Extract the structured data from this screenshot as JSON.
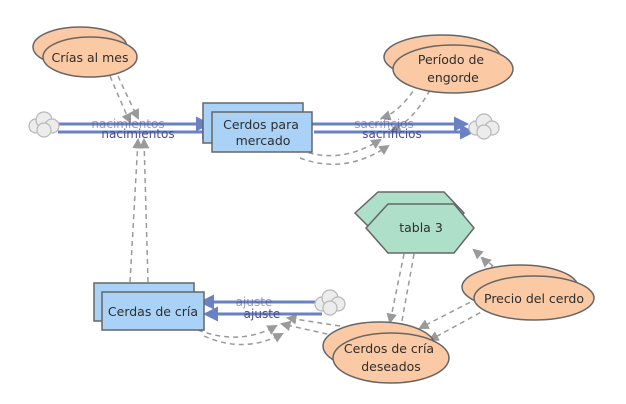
{
  "diagram": {
    "stocks": [
      {
        "id": "stock-cerdos-mercado",
        "label_lines": [
          "Cerdos para",
          "mercado"
        ]
      },
      {
        "id": "stock-cerdas-cria",
        "label_lines": [
          "Cerdas de cría"
        ]
      }
    ],
    "auxiliaries": [
      {
        "id": "aux-crias-mes",
        "label_lines": [
          "Crías al mes"
        ]
      },
      {
        "id": "aux-periodo-engorde",
        "label_lines": [
          "Período de",
          "engorde"
        ]
      },
      {
        "id": "aux-precio-cerdo",
        "label_lines": [
          "Precio del cerdo"
        ]
      },
      {
        "id": "aux-cerdos-cria-deseados",
        "label_lines": [
          "Cerdos de cría",
          "deseados"
        ]
      }
    ],
    "tables": [
      {
        "id": "table-tabla-3",
        "label": "tabla 3"
      }
    ],
    "flows": [
      {
        "id": "flow-nacimientos",
        "label": "nacimientos"
      },
      {
        "id": "flow-sacrificios",
        "label": "sacrificios"
      },
      {
        "id": "flow-ajuste",
        "label": "ajuste"
      }
    ],
    "colors": {
      "stock_fill": "#a9d2f6",
      "aux_fill": "#fbc9a3",
      "table_fill": "#aedfc8",
      "outline": "#666666",
      "flow_pipe": "#6a82c4",
      "link_dashed": "#9a9a9a",
      "cloud": "#dcdcdc"
    },
    "icons": {
      "source": "cloud-icon",
      "sink": "cloud-icon"
    }
  }
}
